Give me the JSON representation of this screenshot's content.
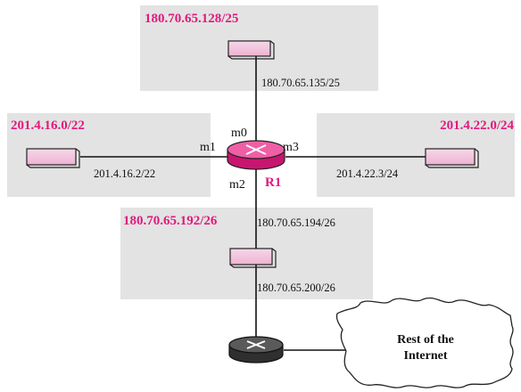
{
  "colors": {
    "network_box": "#e3e3e3",
    "accent": "#e0197d",
    "host": "#f3c6de",
    "router_top": "#ee5fa6",
    "router_body": "#e0197d",
    "internet_router": "#4a4a4a"
  },
  "networks": {
    "top": "180.70.65.128/25",
    "left": "201.4.16.0/22",
    "right": "201.4.22.0/24",
    "bottom": "180.70.65.192/26"
  },
  "addresses": {
    "top_host": "180.70.65.135/25",
    "left_host": "201.4.16.2/22",
    "right_host": "201.4.22.3/24",
    "bottom_upper": "180.70.65.194/26",
    "bottom_lower": "180.70.65.200/26"
  },
  "router": {
    "name": "R1",
    "m0": "m0",
    "m1": "m1",
    "m2": "m2",
    "m3": "m3"
  },
  "internet": {
    "line1": "Rest of the",
    "line2": "Internet"
  },
  "icons": {
    "router": "router-icon",
    "host": "host-icon",
    "cloud": "cloud-icon"
  }
}
